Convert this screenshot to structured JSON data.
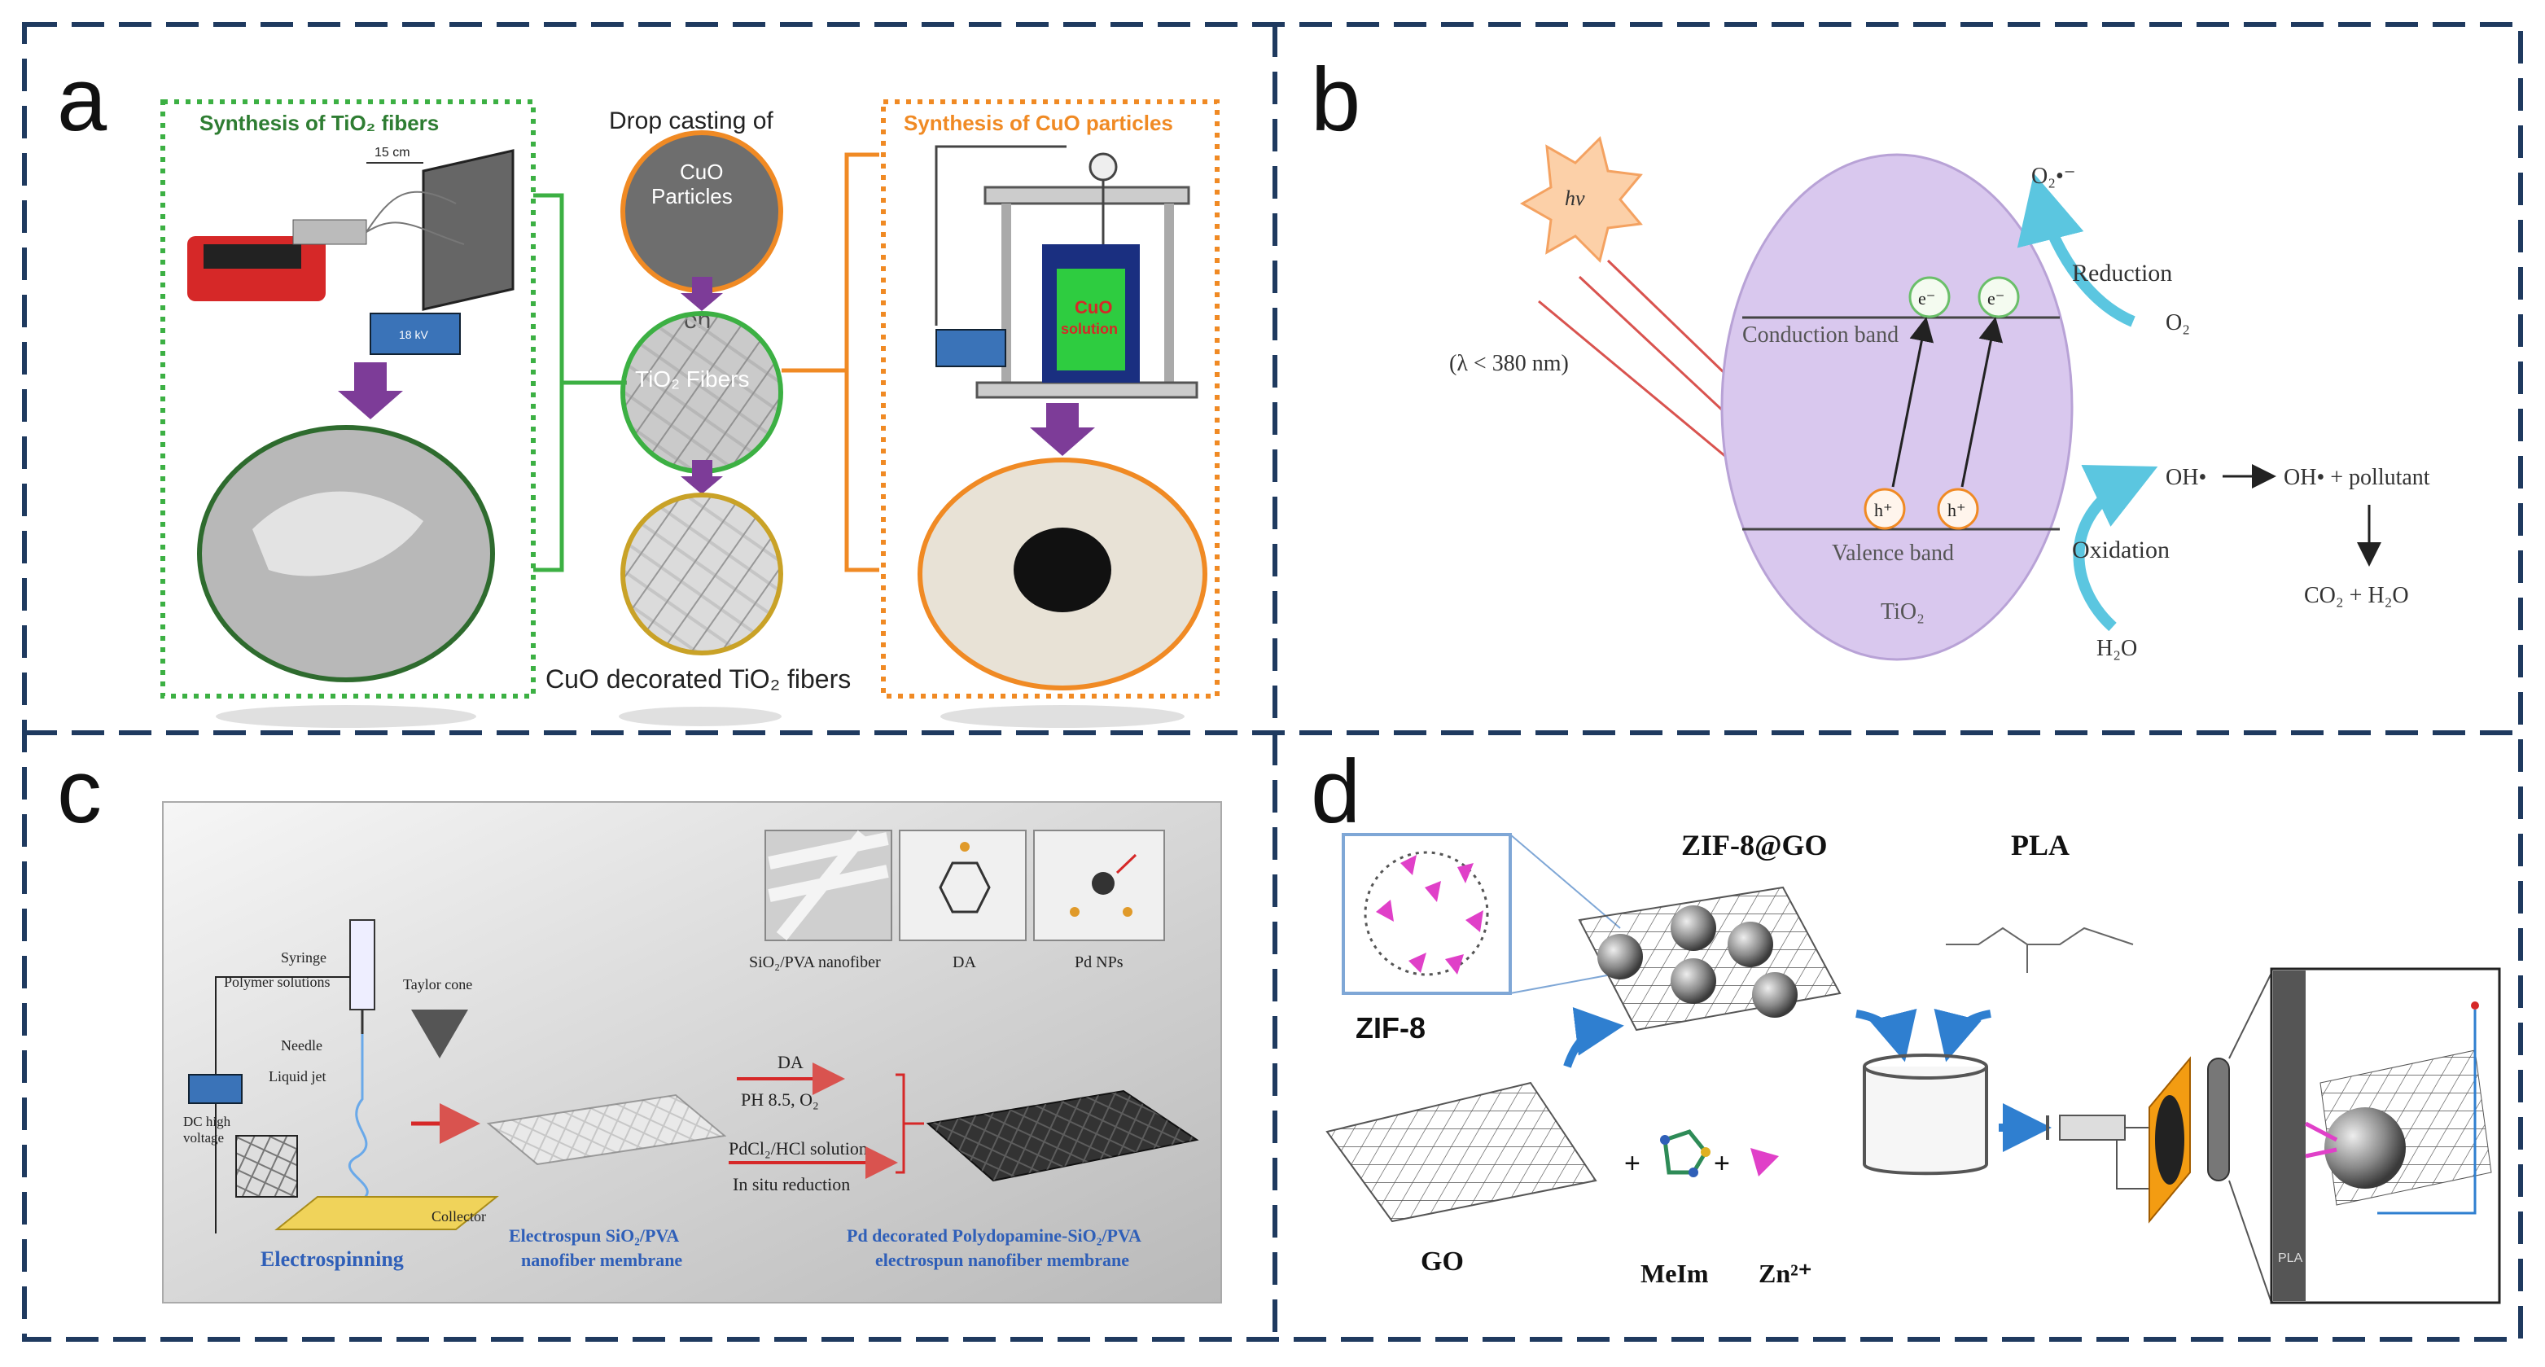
{
  "panel_labels": {
    "a": "a",
    "b": "b",
    "c": "c",
    "d": "d"
  },
  "panel_a": {
    "tio2_box_title": "Synthesis of TiO₂ fibers",
    "distance_label": "15 cm",
    "voltage_label": "18 kV",
    "drop_casting_line1": "Drop casting of",
    "drop_casting_line2": "CuO",
    "drop_casting_line3": "Particles",
    "on_label": "on",
    "tio2_fibers_label": "TiO₂ Fibers",
    "bottom_caption": "CuO decorated TiO₂ fibers",
    "cuo_box_title": "Synthesis of CuO particles",
    "cuo_solution_line1": "CuO",
    "cuo_solution_line2": "solution"
  },
  "panel_b": {
    "sun_label": "hν",
    "wavelength_label": "(λ < 380 nm)",
    "conduction_band": "Conduction band",
    "valence_band": "Valence band",
    "electron": "e⁻",
    "hole": "h⁺",
    "tio2": "TiO₂",
    "superoxide": "O₂•⁻",
    "reduction": "Reduction",
    "o2": "O₂",
    "oh_radical": "OH•",
    "pollutant_reaction": "OH• + pollutant",
    "oxidation": "Oxidation",
    "products": "CO₂ + H₂O",
    "h2o": "H₂O"
  },
  "panel_c": {
    "syringe": "Syringe",
    "polymer_solution": "Polymer solutions",
    "taylor_cone": "Taylor cone",
    "needle": "Needle",
    "liquid_jet": "Liquid jet",
    "dc_high_voltage_1": "DC high",
    "dc_high_voltage_2": "voltage",
    "collector": "Collector",
    "electrospinning": "Electrospinning",
    "membrane_line1": "Electrospun SiO₂/PVA",
    "membrane_line2": "nanofiber membrane",
    "step_da": "DA",
    "step_ph": "PH 8.5, O₂",
    "step_pdcl2": "PdCl₂/HCl solution",
    "step_reduction": "In situ reduction",
    "final_line1": "Pd decorated Polydopamine-SiO₂/PVA",
    "final_line2": "electrospun nanofiber membrane",
    "inset_1": "SiO₂/PVA nanofiber",
    "inset_2": "DA",
    "inset_3": "Pd NPs"
  },
  "panel_d": {
    "zif8_go": "ZIF-8@GO",
    "pla": "PLA",
    "zif8": "ZIF-8",
    "go": "GO",
    "melm": "MeIm",
    "zn": "Zn²⁺",
    "pla_side": "PLA"
  },
  "colors": {
    "frame_dash": "#1f3a5f",
    "green_box": "#3cb043",
    "orange_box": "#f08a24",
    "purple_arrow": "#7d3c98",
    "ellipse_fill": "#d9c8ee",
    "cyan_arrow": "#5bc6e0",
    "magenta": "#e040c8"
  }
}
